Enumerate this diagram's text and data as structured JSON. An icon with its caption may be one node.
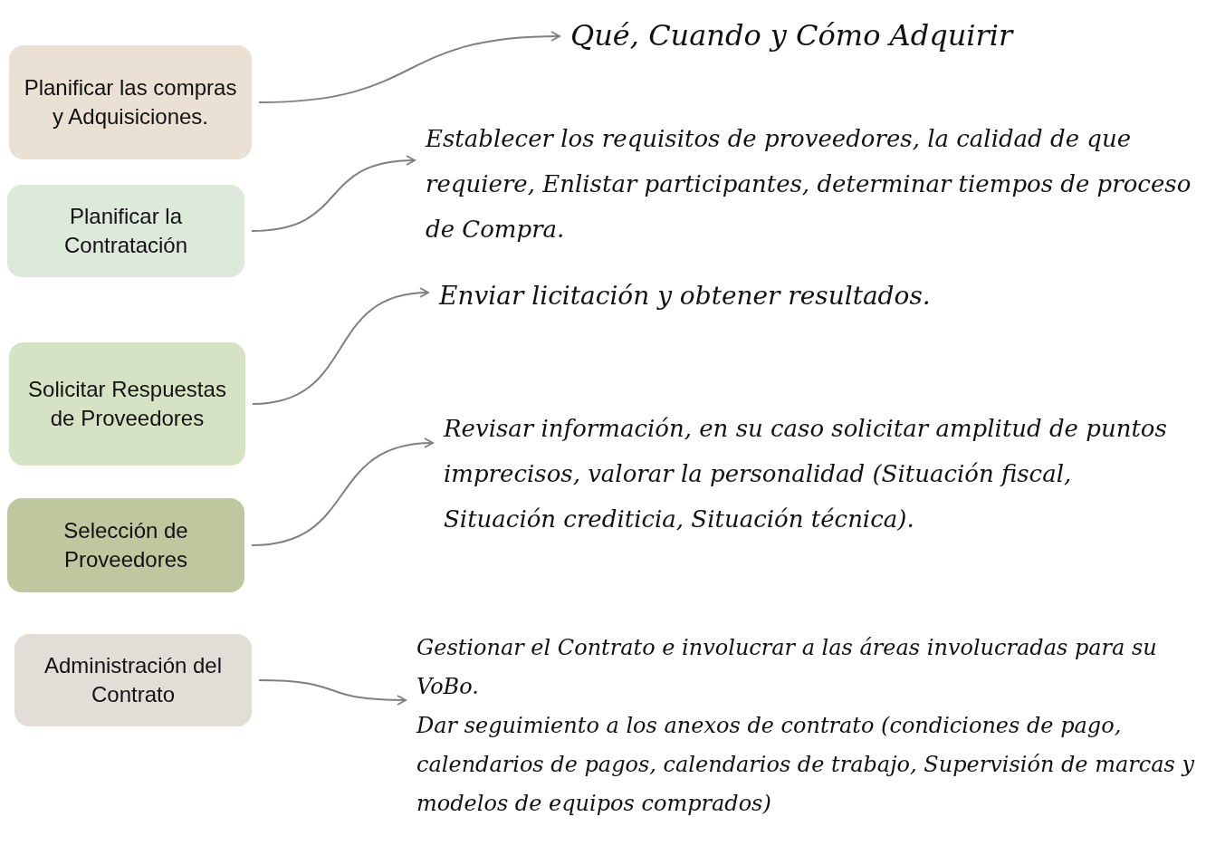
{
  "diagram": {
    "nodes": [
      {
        "text": [
          "Planificar las compras y Adquisiciones."
        ]
      },
      {
        "text": [
          "Planificar la Contratación"
        ]
      },
      {
        "text": [
          "Solicitar Respuestas de Proveedores"
        ]
      },
      {
        "text": [
          "Selección de Proveedores"
        ]
      },
      {
        "text": [
          "Administración del Contrato"
        ]
      },
      {
        "text": [
          "Qué, Cuando y Cómo Adquirir"
        ]
      },
      {
        "text": [
          "Establecer los requisitos de proveedores, la calidad de que requiere, Enlistar participantes, determinar tiempos de proceso de Compra."
        ]
      },
      {
        "text": [
          "Enviar licitación y obtener resultados."
        ]
      },
      {
        "text": [
          "Revisar información, en su caso solicitar amplitud de puntos imprecisos, valorar la personalidad (Situación fiscal, Situación crediticia, Situación técnica)."
        ]
      },
      {
        "text": [
          "Gestionar el Contrato e involucrar a las áreas involucradas para su VoBo.",
          "Dar seguimiento a los anexos de contrato (condiciones de pago, calendarios de pagos, calendarios de trabajo, Supervisión de marcas y modelos de equipos comprados)"
        ]
      }
    ],
    "edges": [
      {
        "from": 0,
        "to": 5,
        "arrow": "to"
      },
      {
        "from": 1,
        "to": 6,
        "arrow": "to"
      },
      {
        "from": 2,
        "to": 7,
        "arrow": "to"
      },
      {
        "from": 3,
        "to": 8,
        "arrow": "to"
      },
      {
        "from": 4,
        "to": 9,
        "arrow": "to"
      }
    ]
  }
}
